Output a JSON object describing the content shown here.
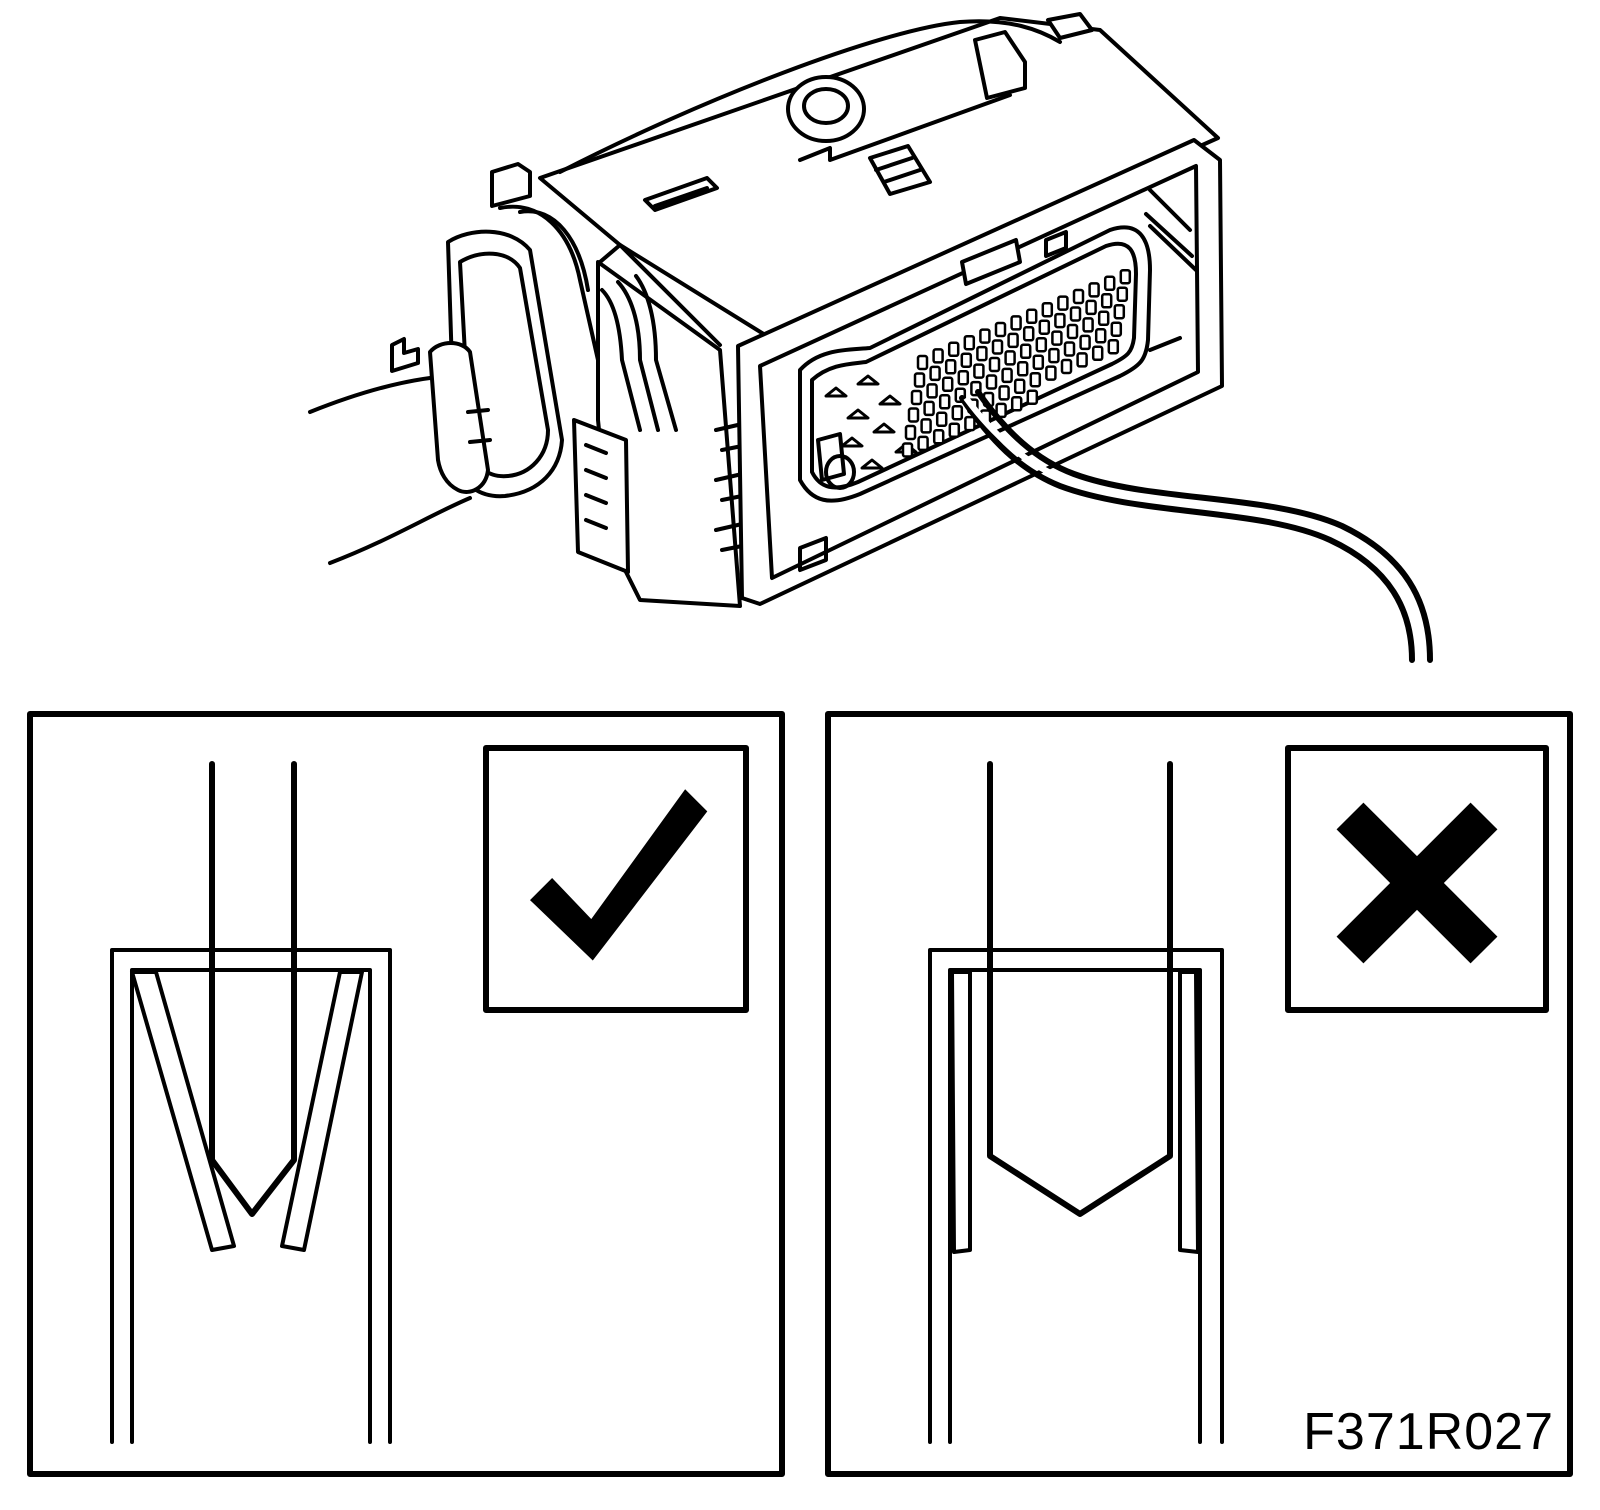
{
  "figure": {
    "id_label": "F371R027"
  },
  "panels": [
    {
      "name": "correct-terminal-engagement",
      "symbol": "check-mark-icon"
    },
    {
      "name": "incorrect-terminal-engagement",
      "symbol": "cross-mark-icon"
    }
  ],
  "colors": {
    "line": "#000000",
    "background": "#ffffff"
  }
}
